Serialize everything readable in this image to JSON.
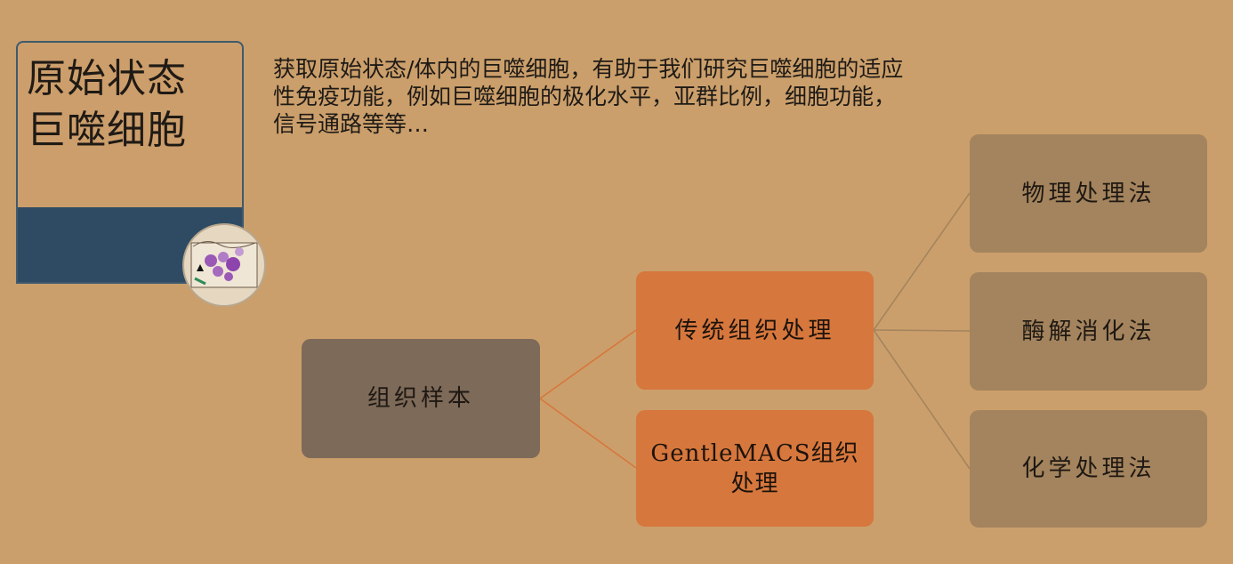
{
  "title": "原始状态\n巨噬细胞",
  "intro": "获取原始状态/体内的巨噬细胞，有助于我们研究巨噬细胞的适应性免疫功能，例如巨噬细胞的极化水平，亚群比例，细胞功能，信号通路等等…",
  "diagram": {
    "root": "组织样本",
    "methods": [
      "传统组织处理",
      "GentleMACS组织处理"
    ],
    "techniques": [
      "物理处理法",
      "酶解消化法",
      "化学处理法"
    ]
  },
  "colors": {
    "background": "#cb9f6b",
    "title_band": "#2e4b63",
    "root_box": "#7d6a59",
    "method_box": "#d6773d",
    "technique_box": "#a3845e"
  }
}
